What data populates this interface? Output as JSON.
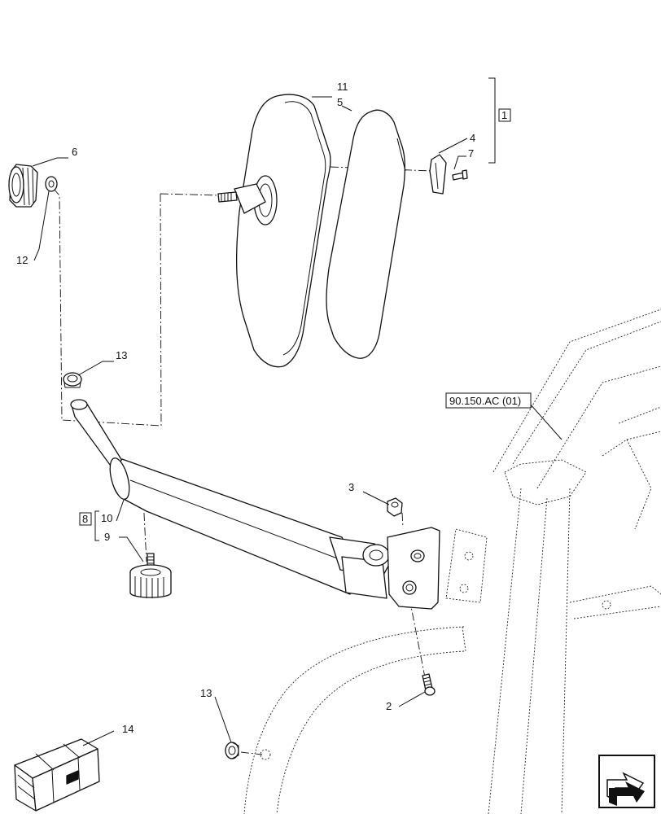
{
  "callouts": {
    "c1": "1",
    "c2": "2",
    "c3": "3",
    "c4": "4",
    "c5": "5",
    "c6": "6",
    "c7": "7",
    "c8": "8",
    "c9": "9",
    "c10": "10",
    "c11": "11",
    "c12": "12",
    "c13a": "13",
    "c13b": "13",
    "c14": "14"
  },
  "reference": {
    "label": "90.150.AC (01)"
  },
  "icons": {
    "nav": "arrow-next-page-icon",
    "kit": "crate-icon"
  },
  "colors": {
    "ink": "#111111",
    "background": "#ffffff"
  }
}
